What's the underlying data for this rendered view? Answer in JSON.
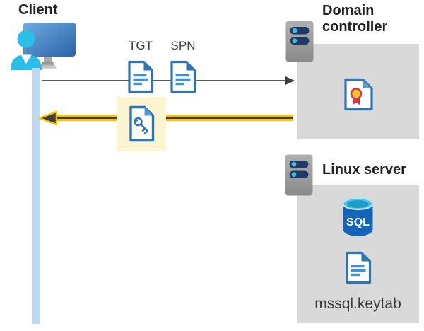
{
  "client": {
    "label": "Client"
  },
  "flow": {
    "tgt_label": "TGT",
    "spn_label": "SPN"
  },
  "domain_controller": {
    "label": "Domain controller"
  },
  "linux_server": {
    "label": "Linux server",
    "sql_badge": "SQL",
    "keytab_file": "mssql.keytab"
  },
  "icons": {
    "client": "desktop-monitor-with-user",
    "domain_controller_server": "server-rack",
    "linux_server_server": "server-rack",
    "tgt": "ticket-document",
    "spn": "ticket-document",
    "service_ticket": "key-document",
    "certificate": "certificate-document",
    "sql_database": "sql-database-cylinder",
    "keytab": "ticket-document"
  },
  "colors": {
    "document_blue": "#2E75B6",
    "document_lines": "#4191D6",
    "fold_light_blue": "#5B9BD5",
    "arrow_gold": "#FFC000",
    "arrow_dark": "#404040",
    "request_arrow_gray": "#595959",
    "highlight_yellow": "#FBF5D2",
    "panel_gray": "#D9D9D9",
    "timeline_blue": "#BFD8F3",
    "user_cyan": "#2CBEE9",
    "server_bar_navy": "#1F3864",
    "server_dot_cyan": "#47B7E3",
    "sql_body_blue": "#1464B8",
    "seal_yellow": "#FFC72C",
    "seal_red": "#CE3B43"
  }
}
